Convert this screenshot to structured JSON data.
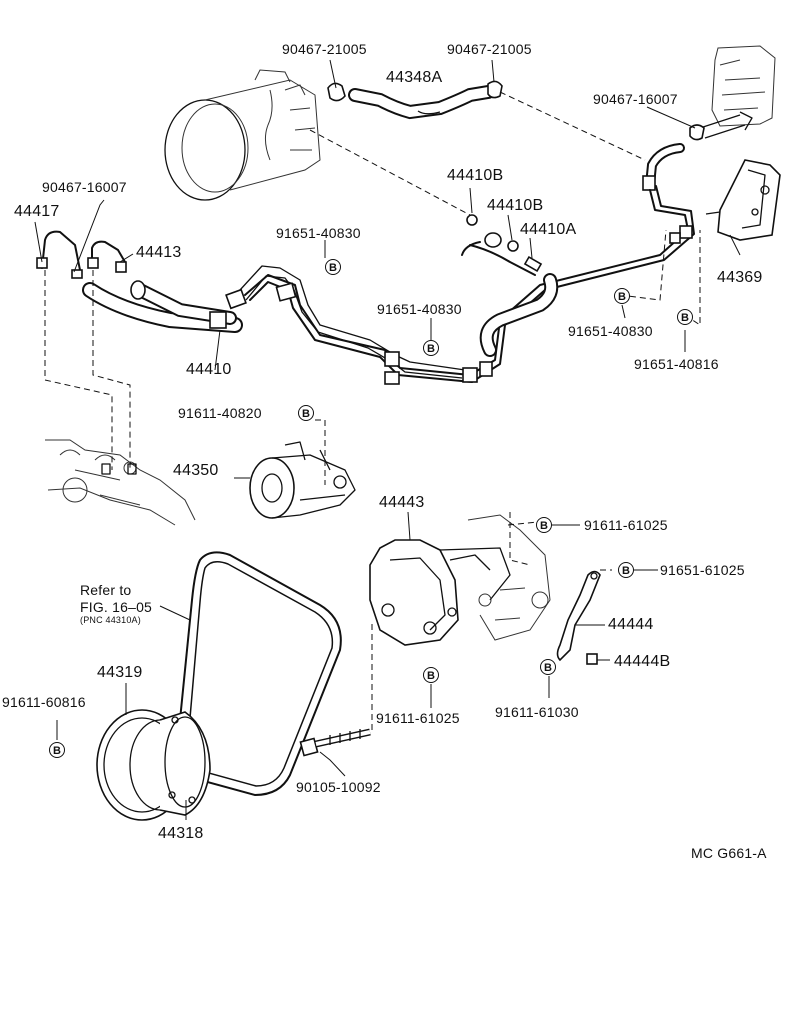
{
  "parts": {
    "p1": "90467-21005",
    "p2": "44348A",
    "p3": "90467-21005",
    "p4": "90467-16007",
    "p5": "90467-16007",
    "p6": "44417",
    "p7": "44413",
    "p8": "91651-40830",
    "p9": "44410B",
    "p10": "44410B",
    "p11": "44410A",
    "p12": "44369",
    "p13": "91651-40830",
    "p14": "91651-40830",
    "p15": "91651-40816",
    "p16": "44410",
    "p17": "91611-40820",
    "p18": "44350",
    "p19": "44443",
    "p20": "91611-61025",
    "p21": "91651-61025",
    "p22": "44444",
    "p23": "44444B",
    "p24": "91611-61030",
    "p25": "91611-61025",
    "p26": "90105-10092",
    "p27": "44319",
    "p28": "91611-60816",
    "p29": "44318"
  },
  "reference": {
    "line1": "Refer to",
    "line2": "FIG. 16–05",
    "line3": "(PNC 44310A)"
  },
  "marker": "B",
  "footer_code": "MC G661-A"
}
